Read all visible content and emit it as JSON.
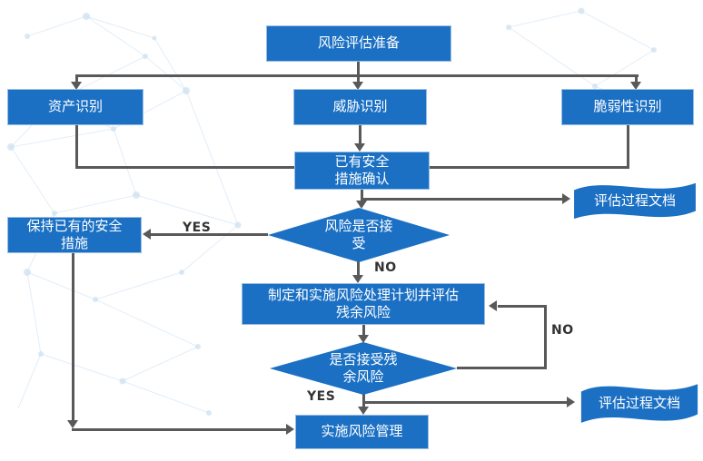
{
  "flowchart": {
    "nodes": {
      "prep": {
        "label": "风险评估准备"
      },
      "asset": {
        "label": "资产识别"
      },
      "threat": {
        "label": "威胁识别"
      },
      "vuln": {
        "label": "脆弱性识别"
      },
      "confirm": {
        "label": "已有安全\n措施确认"
      },
      "doc1": {
        "label": "评估过程文档"
      },
      "decision1": {
        "label": "风险是否接\n受"
      },
      "keep": {
        "label": "保持已有的安全\n措施"
      },
      "plan": {
        "label": "制定和实施风险处理计划并评估\n残余风险"
      },
      "decision2": {
        "label": "是否接受残\n余风险"
      },
      "doc2": {
        "label": "评估过程文档"
      },
      "impl": {
        "label": "实施风险管理"
      }
    },
    "edge_labels": {
      "decision1_yes": "YES",
      "decision1_no": "NO",
      "decision2_no": "NO",
      "decision2_yes": "YES"
    },
    "colors": {
      "node_fill": "#1B70C4",
      "node_text": "#FFFFFF",
      "connector": "#595959",
      "edge_label_text": "#333333",
      "background_pattern": "#CBE0F2"
    }
  }
}
